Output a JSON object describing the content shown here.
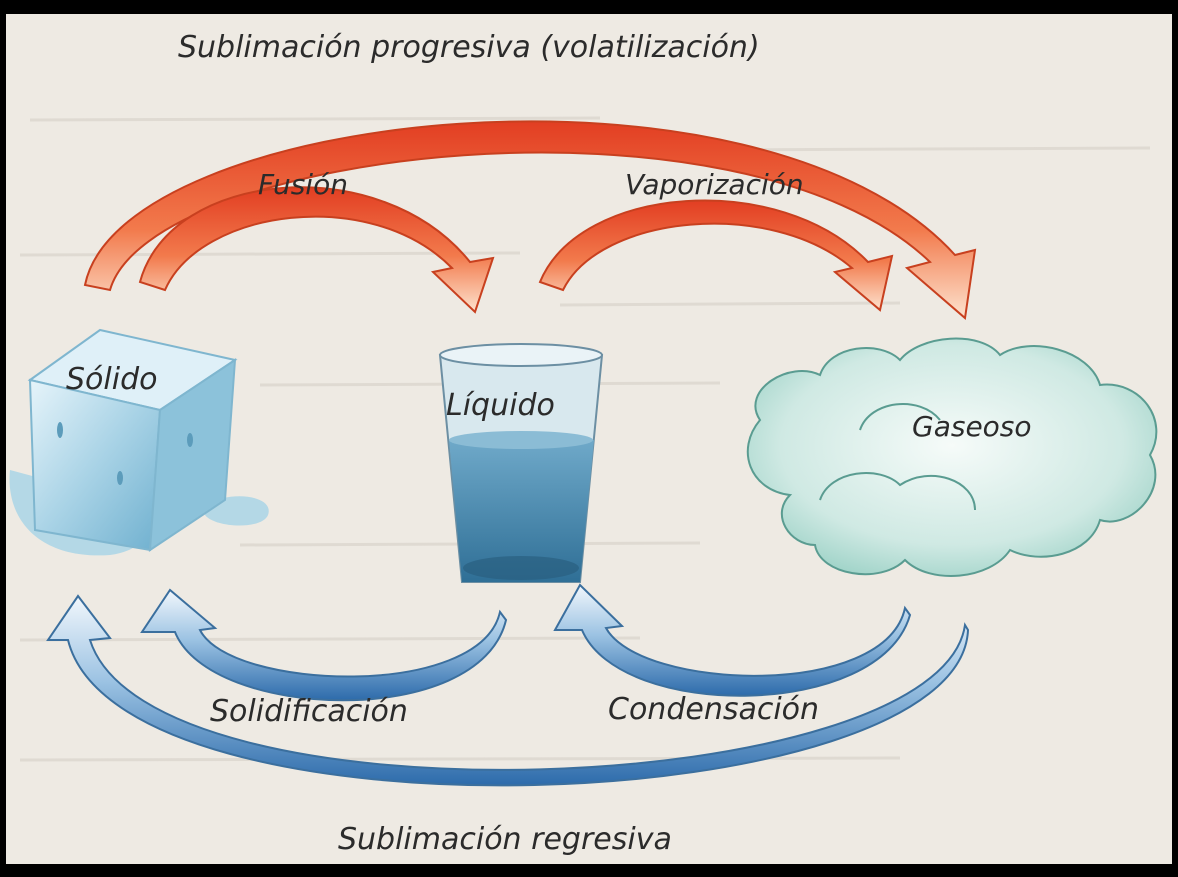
{
  "labels": {
    "sublimation_progressive": "Sublimación progresiva (volatilización)",
    "fusion": "Fusión",
    "vaporization": "Vaporización",
    "solid": "Sólido",
    "liquid": "Líquido",
    "gas": "Gaseoso",
    "solidification": "Solidificación",
    "condensation": "Condensación",
    "sublimation_regressive": "Sublimación regresiva"
  },
  "colors": {
    "warm_arrow": "#e8482a",
    "warm_arrow_light": "#fbe0cd",
    "cool_arrow": "#2f6fb0",
    "cool_arrow_light": "#e8f2fb",
    "paper": "#eeeae3"
  }
}
